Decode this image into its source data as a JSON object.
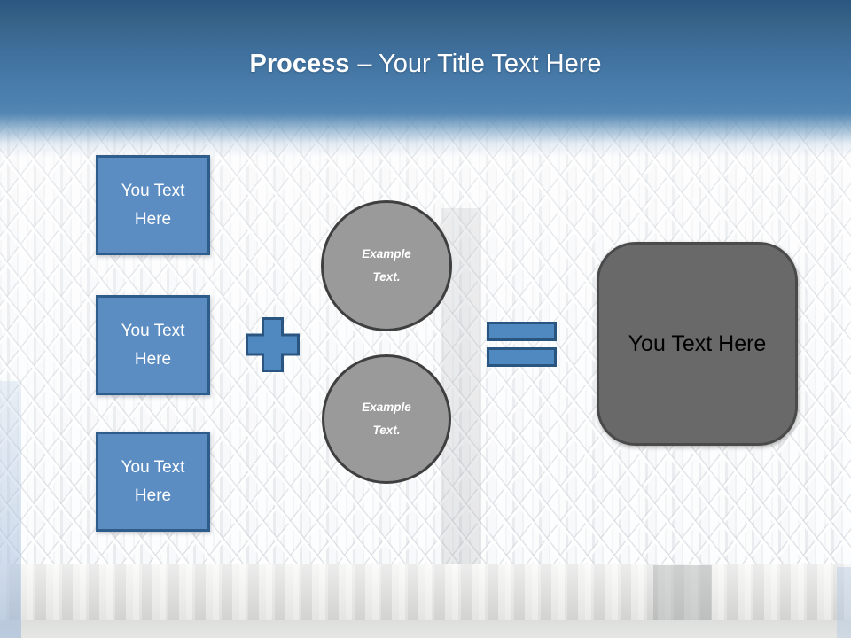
{
  "header": {
    "title_bold": "Process",
    "title_regular": "– Your Title Text Here"
  },
  "process_boxes": [
    {
      "label": "You Text Here"
    },
    {
      "label": "You Text Here"
    },
    {
      "label": "You Text Here"
    }
  ],
  "operators": {
    "plus_icon": "plus-icon",
    "equals_icon": "equals-icon"
  },
  "example_circles": [
    {
      "label": "Example Text."
    },
    {
      "label": "Example Text."
    }
  ],
  "result_box": {
    "label": "You Text Here"
  },
  "colors": {
    "header_gradient_top": "#2C5781",
    "header_gradient_bottom": "#4C81AF",
    "title_text": "#FFFFFF",
    "accent_blue_fill": "#5B8DC3",
    "accent_blue_border": "#2E5C8B",
    "operator_blue_fill": "#5089BF",
    "operator_blue_border": "#2A5580",
    "circle_fill": "#9A9A9A",
    "circle_border": "#3F3F3F",
    "result_fill": "#696969",
    "result_border": "#4A4A4A",
    "result_text": "#000000",
    "box_text": "#FFFFFF"
  }
}
